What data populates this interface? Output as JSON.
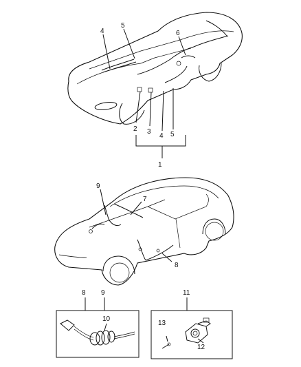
{
  "callouts": {
    "top": {
      "n1": "1",
      "n2": "2",
      "n3": "3",
      "n4a": "4",
      "n4b": "4",
      "n5a": "5",
      "n5b": "5",
      "n6": "6"
    },
    "middle": {
      "n7": "7",
      "n8": "8",
      "n9": "9"
    },
    "bottom": {
      "n8": "8",
      "n9": "9",
      "n10": "10",
      "n11": "11",
      "n12": "12",
      "n13": "13"
    }
  },
  "icons": [
    "sedan-top-view",
    "coupe-side-view",
    "wiring-harness",
    "grommet",
    "door-switch",
    "screw"
  ]
}
